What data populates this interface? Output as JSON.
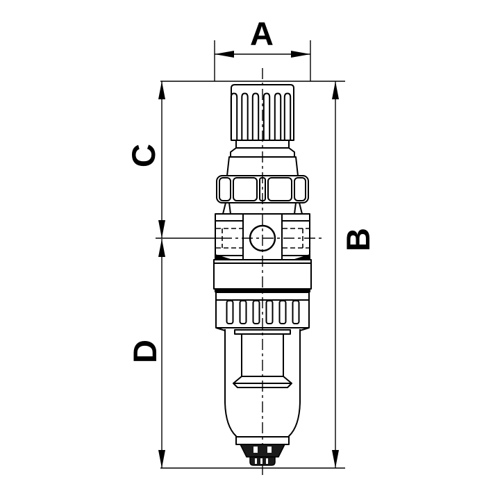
{
  "drawing": {
    "subject": "filter-regulator-unit-technical-drawing",
    "colors": {
      "line": "#000000",
      "background": "#ffffff"
    },
    "dim_labels": {
      "width_a": "A",
      "height_b": "B",
      "height_c": "C",
      "height_d": "D"
    }
  }
}
